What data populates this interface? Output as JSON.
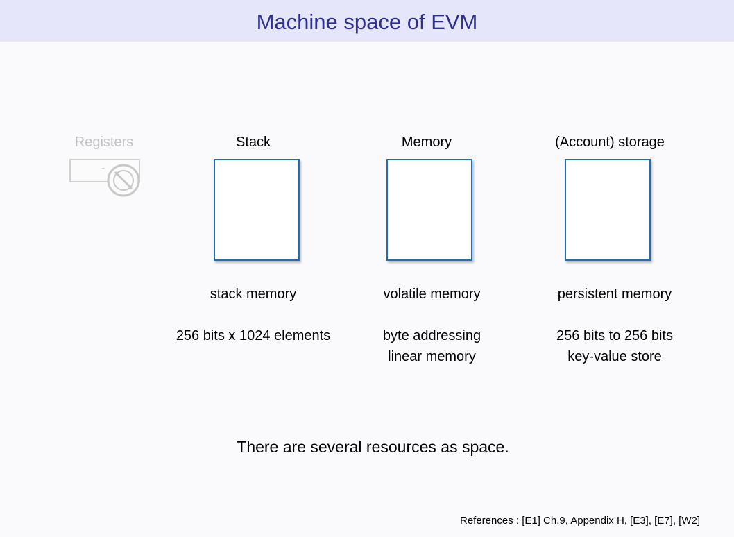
{
  "title": "Machine space of EVM",
  "columns": {
    "registers": {
      "label": "Registers",
      "value": "-"
    },
    "stack": {
      "label": "Stack",
      "desc1": "stack memory",
      "desc2": "256 bits x 1024 elements"
    },
    "memory": {
      "label": "Memory",
      "desc1": "volatile memory",
      "desc2a": "byte addressing",
      "desc2b": "linear memory"
    },
    "storage": {
      "label": "(Account) storage",
      "desc1": "persistent memory",
      "desc2a": "256 bits to 256 bits",
      "desc2b": "key-value store"
    }
  },
  "summary": "There are several resources as space.",
  "references": "References : [E1] Ch.9, Appendix H, [E3], [E7], [W2]",
  "icons": {
    "prohibited": "no-entry-icon"
  },
  "colors": {
    "title_band": "#e6e6fa",
    "title_text": "#2f2f8f",
    "box_border": "#1f6fb8",
    "faded": "#c0c0c0"
  }
}
